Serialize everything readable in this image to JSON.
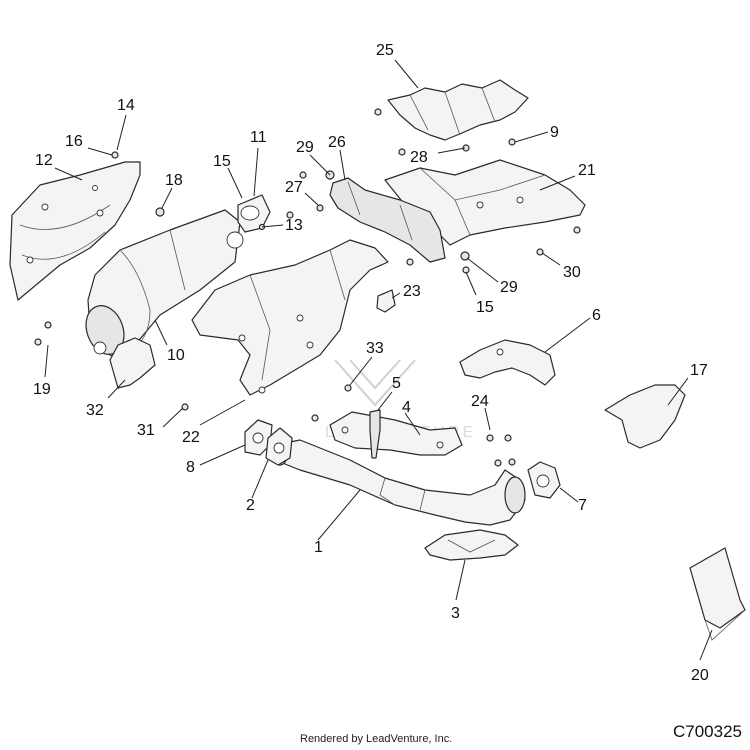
{
  "diagram": {
    "callouts": [
      {
        "id": "c1",
        "label": "1"
      },
      {
        "id": "c2",
        "label": "2"
      },
      {
        "id": "c3",
        "label": "3"
      },
      {
        "id": "c4",
        "label": "4"
      },
      {
        "id": "c5",
        "label": "5"
      },
      {
        "id": "c6",
        "label": "6"
      },
      {
        "id": "c7",
        "label": "7"
      },
      {
        "id": "c8",
        "label": "8"
      },
      {
        "id": "c9",
        "label": "9"
      },
      {
        "id": "c10",
        "label": "10"
      },
      {
        "id": "c11",
        "label": "11"
      },
      {
        "id": "c12",
        "label": "12"
      },
      {
        "id": "c13",
        "label": "13"
      },
      {
        "id": "c14",
        "label": "14"
      },
      {
        "id": "c15a",
        "label": "15"
      },
      {
        "id": "c15b",
        "label": "15"
      },
      {
        "id": "c16",
        "label": "16"
      },
      {
        "id": "c17",
        "label": "17"
      },
      {
        "id": "c18",
        "label": "18"
      },
      {
        "id": "c19",
        "label": "19"
      },
      {
        "id": "c20",
        "label": "20"
      },
      {
        "id": "c21",
        "label": "21"
      },
      {
        "id": "c22",
        "label": "22"
      },
      {
        "id": "c23",
        "label": "23"
      },
      {
        "id": "c24",
        "label": "24"
      },
      {
        "id": "c25",
        "label": "25"
      },
      {
        "id": "c26",
        "label": "26"
      },
      {
        "id": "c27",
        "label": "27"
      },
      {
        "id": "c28",
        "label": "28"
      },
      {
        "id": "c29a",
        "label": "29"
      },
      {
        "id": "c29b",
        "label": "29"
      },
      {
        "id": "c30",
        "label": "30"
      },
      {
        "id": "c31",
        "label": "31"
      },
      {
        "id": "c32",
        "label": "32"
      },
      {
        "id": "c33",
        "label": "33"
      }
    ],
    "watermark_text": "LEADVENTURE"
  },
  "footer": {
    "rendered_by": "Rendered by LeadVenture, Inc.",
    "drawing_code": "C700325"
  }
}
